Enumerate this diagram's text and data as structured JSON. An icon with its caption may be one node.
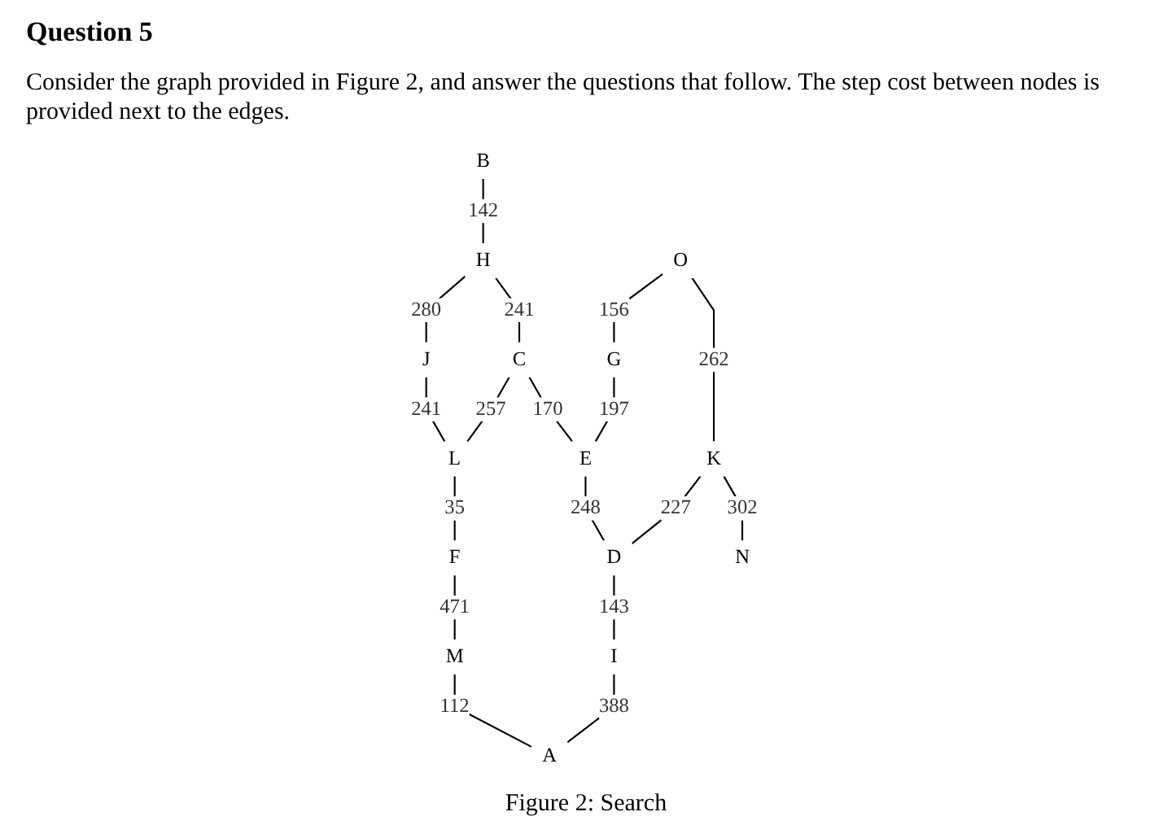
{
  "diagram": {
    "title": "Question 5",
    "caption": "Figure 2: Search",
    "labels": [
      "Consider the graph provided in Figure 2, and answer the questions that follow. The step cost between nodes is provided next to the edges."
    ],
    "nodes": [
      {
        "text": [
          "B"
        ]
      },
      {
        "text": [
          "H"
        ]
      },
      {
        "text": [
          "J"
        ]
      },
      {
        "text": [
          "C"
        ]
      },
      {
        "text": [
          "G"
        ]
      },
      {
        "text": [
          "L"
        ]
      },
      {
        "text": [
          "F"
        ]
      },
      {
        "text": [
          "O"
        ]
      },
      {
        "text": [
          "E"
        ]
      },
      {
        "text": [
          "K"
        ]
      },
      {
        "text": [
          "D"
        ]
      },
      {
        "text": [
          "I"
        ]
      },
      {
        "text": [
          "M"
        ]
      },
      {
        "text": [
          "N"
        ]
      },
      {
        "text": [
          "A"
        ]
      }
    ],
    "edges": [
      {
        "from": 0,
        "to": 1,
        "arrow": "none",
        "label": "142"
      },
      {
        "from": 1,
        "to": 2,
        "arrow": "none",
        "label": "280"
      },
      {
        "from": 1,
        "to": 3,
        "arrow": "none",
        "label": "241"
      },
      {
        "from": 2,
        "to": 5,
        "arrow": "none",
        "label": "241"
      },
      {
        "from": 3,
        "to": 5,
        "arrow": "none",
        "label": "257"
      },
      {
        "from": 5,
        "to": 6,
        "arrow": "none",
        "label": "35"
      },
      {
        "from": 3,
        "to": 8,
        "arrow": "none",
        "label": "170"
      },
      {
        "from": 4,
        "to": 8,
        "arrow": "none",
        "label": "197"
      },
      {
        "from": 7,
        "to": 4,
        "arrow": "none",
        "label": "156"
      },
      {
        "from": 8,
        "to": 10,
        "arrow": "none",
        "label": "248"
      },
      {
        "from": 7,
        "to": 9,
        "arrow": "none",
        "label": "262"
      },
      {
        "from": 9,
        "to": 10,
        "arrow": "none",
        "label": "227"
      },
      {
        "from": 10,
        "to": 11,
        "arrow": "none",
        "label": "143"
      },
      {
        "from": 9,
        "to": 13,
        "arrow": "none",
        "label": "302"
      },
      {
        "from": 11,
        "to": 14,
        "arrow": "none",
        "label": "388"
      },
      {
        "from": 6,
        "to": 12,
        "arrow": "none",
        "label": "471"
      },
      {
        "from": 12,
        "to": 14,
        "arrow": "none",
        "label": "112"
      }
    ]
  }
}
